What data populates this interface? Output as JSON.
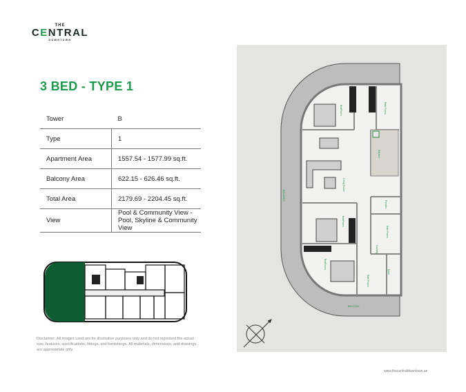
{
  "logo": {
    "the": "THE",
    "name": "CENTRAL",
    "sub": "DOWNTOWN"
  },
  "title": "3 BED - TYPE 1",
  "specs": [
    {
      "label": "Tower",
      "value": "B"
    },
    {
      "label": "Type",
      "value": "1"
    },
    {
      "label": "Apartment Area",
      "value": "1557.54 - 1577.99 sq.ft."
    },
    {
      "label": "Balcony Area",
      "value": "622.15 - 626.46 sq.ft."
    },
    {
      "label": "Total Area",
      "value": "2179.69 - 2204.45 sq.ft."
    },
    {
      "label": "View",
      "value": "Pool & Community View -",
      "value2": "Pool, Skyline & Community View"
    }
  ],
  "disclaimer": "Disclaimer: All images used are for illustrative purposes only and do not represent the actual size, features, specifications, fittings, and furnishings. All materials, dimensions, and drawings are approximate only.",
  "plan": {
    "rooms": {
      "balcony_side": "BALCONY",
      "balcony_bottom": "BALCONY",
      "bed1": "BedRoom",
      "bed2": "BedRoom",
      "bed3": "BedRoom",
      "bath1": "Bath Room",
      "bath2": "Bath Room",
      "bath3": "Bath Room",
      "living": "Living Room",
      "kitchen": "Kitchen",
      "powder": "Powder",
      "laundry": "Laundry",
      "maid": "Maid"
    }
  },
  "website": "www.thecentraldowntown.ae",
  "colors": {
    "brand_green": "#1a9a4a",
    "keyplan_highlight": "#0d5c32",
    "plan_bg": "#e4e4e2"
  }
}
